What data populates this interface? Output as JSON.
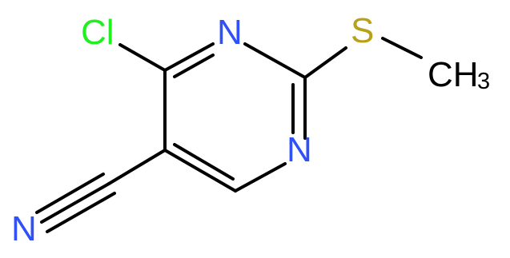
{
  "structure": {
    "atoms": {
      "chlorine": "Cl",
      "nitrogen_top": "N",
      "nitrogen_ring_lower": "N",
      "nitrogen_nitrile": "N",
      "sulfur": "S",
      "methyl_main": "CH",
      "methyl_subscript": "3"
    }
  },
  "colors": {
    "bond": "#000000",
    "carbon_text": "#000000",
    "nitrogen": "#3050F8",
    "chlorine": "#1FF01F",
    "sulfur": "#B8A117"
  }
}
